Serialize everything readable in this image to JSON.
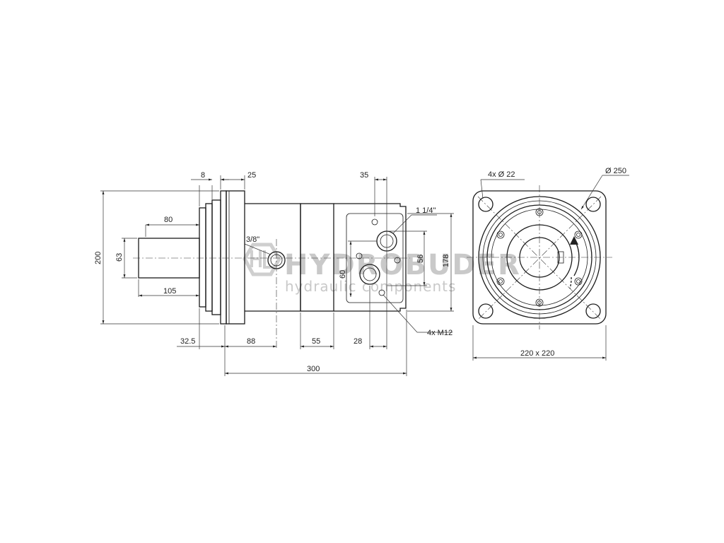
{
  "watermark": {
    "brand": "HYDROBUDER",
    "subtitle": "hydraulic components",
    "color": "#c9c9c9"
  },
  "side_view": {
    "dims": {
      "top_8": "8",
      "top_25": "25",
      "top_35": "35",
      "port_main": "1 1/4\"",
      "port_drain": "3/8\"",
      "shaft_len": "80",
      "shaft_105": "105",
      "shaft_dia": "63",
      "overall_height": "200",
      "flange_178": "178",
      "port_56": "56",
      "port_60": "60",
      "thread_holes": "4x M12",
      "bottom_32_5": "32.5",
      "bottom_88": "88",
      "bottom_55": "55",
      "bottom_28": "28",
      "overall_length": "300"
    }
  },
  "front_view": {
    "dims": {
      "mount_holes": "4x Ø 22",
      "pitch_circle": "Ø 250",
      "flange_square": "220 x 220"
    }
  }
}
